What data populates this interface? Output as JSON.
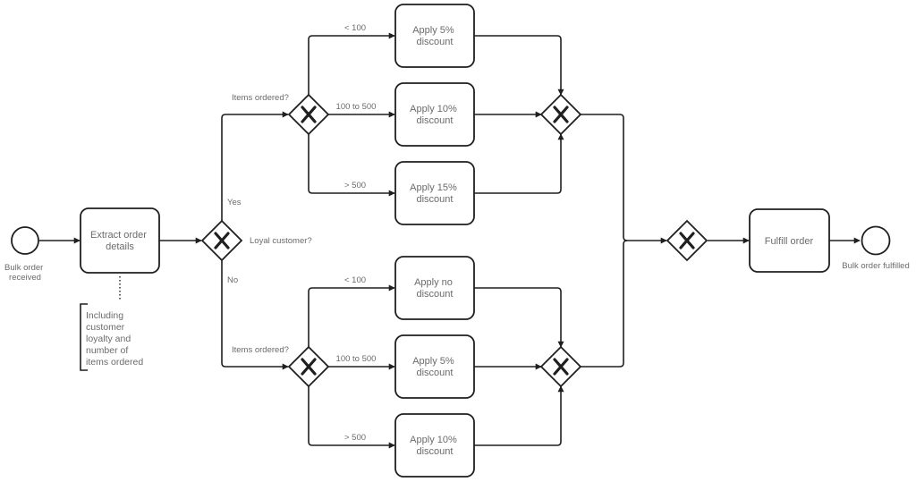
{
  "diagram": {
    "type": "BPMN process",
    "colors": {
      "stroke": "#1f1f1f",
      "text": "#6b6b6b",
      "background": "#ffffff"
    },
    "start_event": {
      "label": "Bulk order received"
    },
    "end_event": {
      "label": "Bulk order fulfilled"
    },
    "annotation": {
      "lines": [
        "Including",
        "customer",
        "loyalty and",
        "number of",
        "items ordered"
      ]
    },
    "tasks": {
      "extract": {
        "lines": [
          "Extract order",
          "details"
        ]
      },
      "yes_lt100": {
        "lines": [
          "Apply 5%",
          "discount"
        ]
      },
      "yes_100_500": {
        "lines": [
          "Apply 10%",
          "discount"
        ]
      },
      "yes_gt500": {
        "lines": [
          "Apply 15%",
          "discount"
        ]
      },
      "no_lt100": {
        "lines": [
          "Apply no",
          "discount"
        ]
      },
      "no_100_500": {
        "lines": [
          "Apply 5%",
          "discount"
        ]
      },
      "no_gt500": {
        "lines": [
          "Apply 10%",
          "discount"
        ]
      },
      "fulfill": {
        "lines": [
          "Fulfill order"
        ]
      }
    },
    "gateways": {
      "loyal": {
        "label": "Loyal customer?",
        "marker": "X"
      },
      "items_yes": {
        "label": "Items ordered?",
        "marker": "X"
      },
      "items_no": {
        "label": "Items ordered?",
        "marker": "X"
      },
      "merge_yes": {
        "label": "",
        "marker": "X"
      },
      "merge_no": {
        "label": "",
        "marker": "X"
      },
      "merge_final": {
        "label": "",
        "marker": "X"
      }
    },
    "edge_labels": {
      "yes": "Yes",
      "no": "No",
      "lt100": "< 100",
      "range": "100 to 500",
      "gt500": "> 500"
    }
  }
}
